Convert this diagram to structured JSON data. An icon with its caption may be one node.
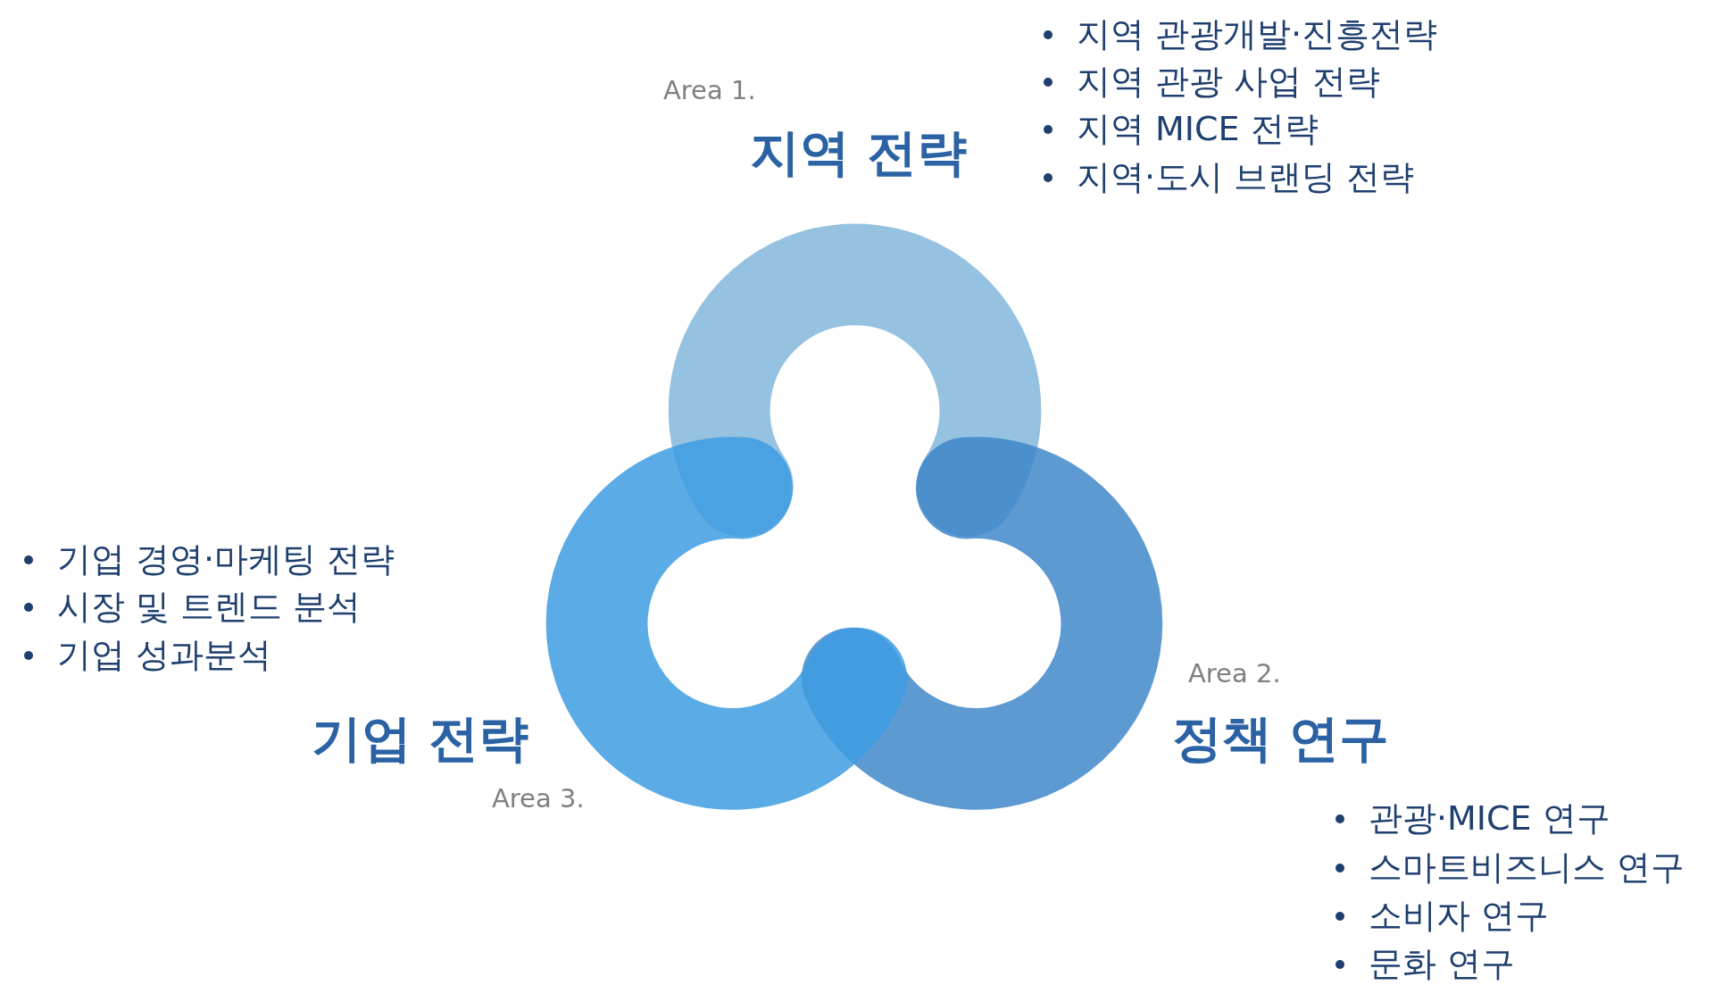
{
  "diagram": {
    "labels": [
      "지역 관광개발·진흥전략",
      "지역 관광 사업 전략",
      "지역 MICE 전략",
      "지역·도시 브랜딩 전략",
      "Area 1.",
      "지역 전략",
      "기업 경영·마케팅 전략",
      "시장 및 트렌드 분석",
      "기업 성과분석",
      "Area 2.",
      "정책 연구",
      "기업 전략",
      "Area 3.",
      "관광·MICE 연구",
      "스마트비즈니스 연구",
      "소비자 연구",
      "문화 연구"
    ]
  }
}
